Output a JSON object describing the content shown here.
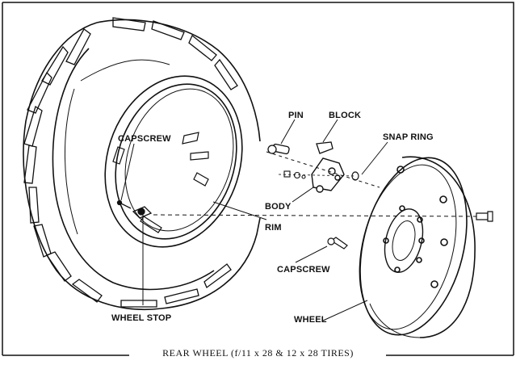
{
  "labels": {
    "pin": "PIN",
    "block": "BLOCK",
    "snap_ring": "SNAP RING",
    "capscrew_upper": "CAPSCREW",
    "body": "BODY",
    "rim": "RIM",
    "capscrew_lower": "CAPSCREW",
    "wheel_stop": "WHEEL STOP",
    "wheel": "WHEEL"
  },
  "caption": "REAR WHEEL (f/11 x 28 & 12 x 28 TIRES)"
}
